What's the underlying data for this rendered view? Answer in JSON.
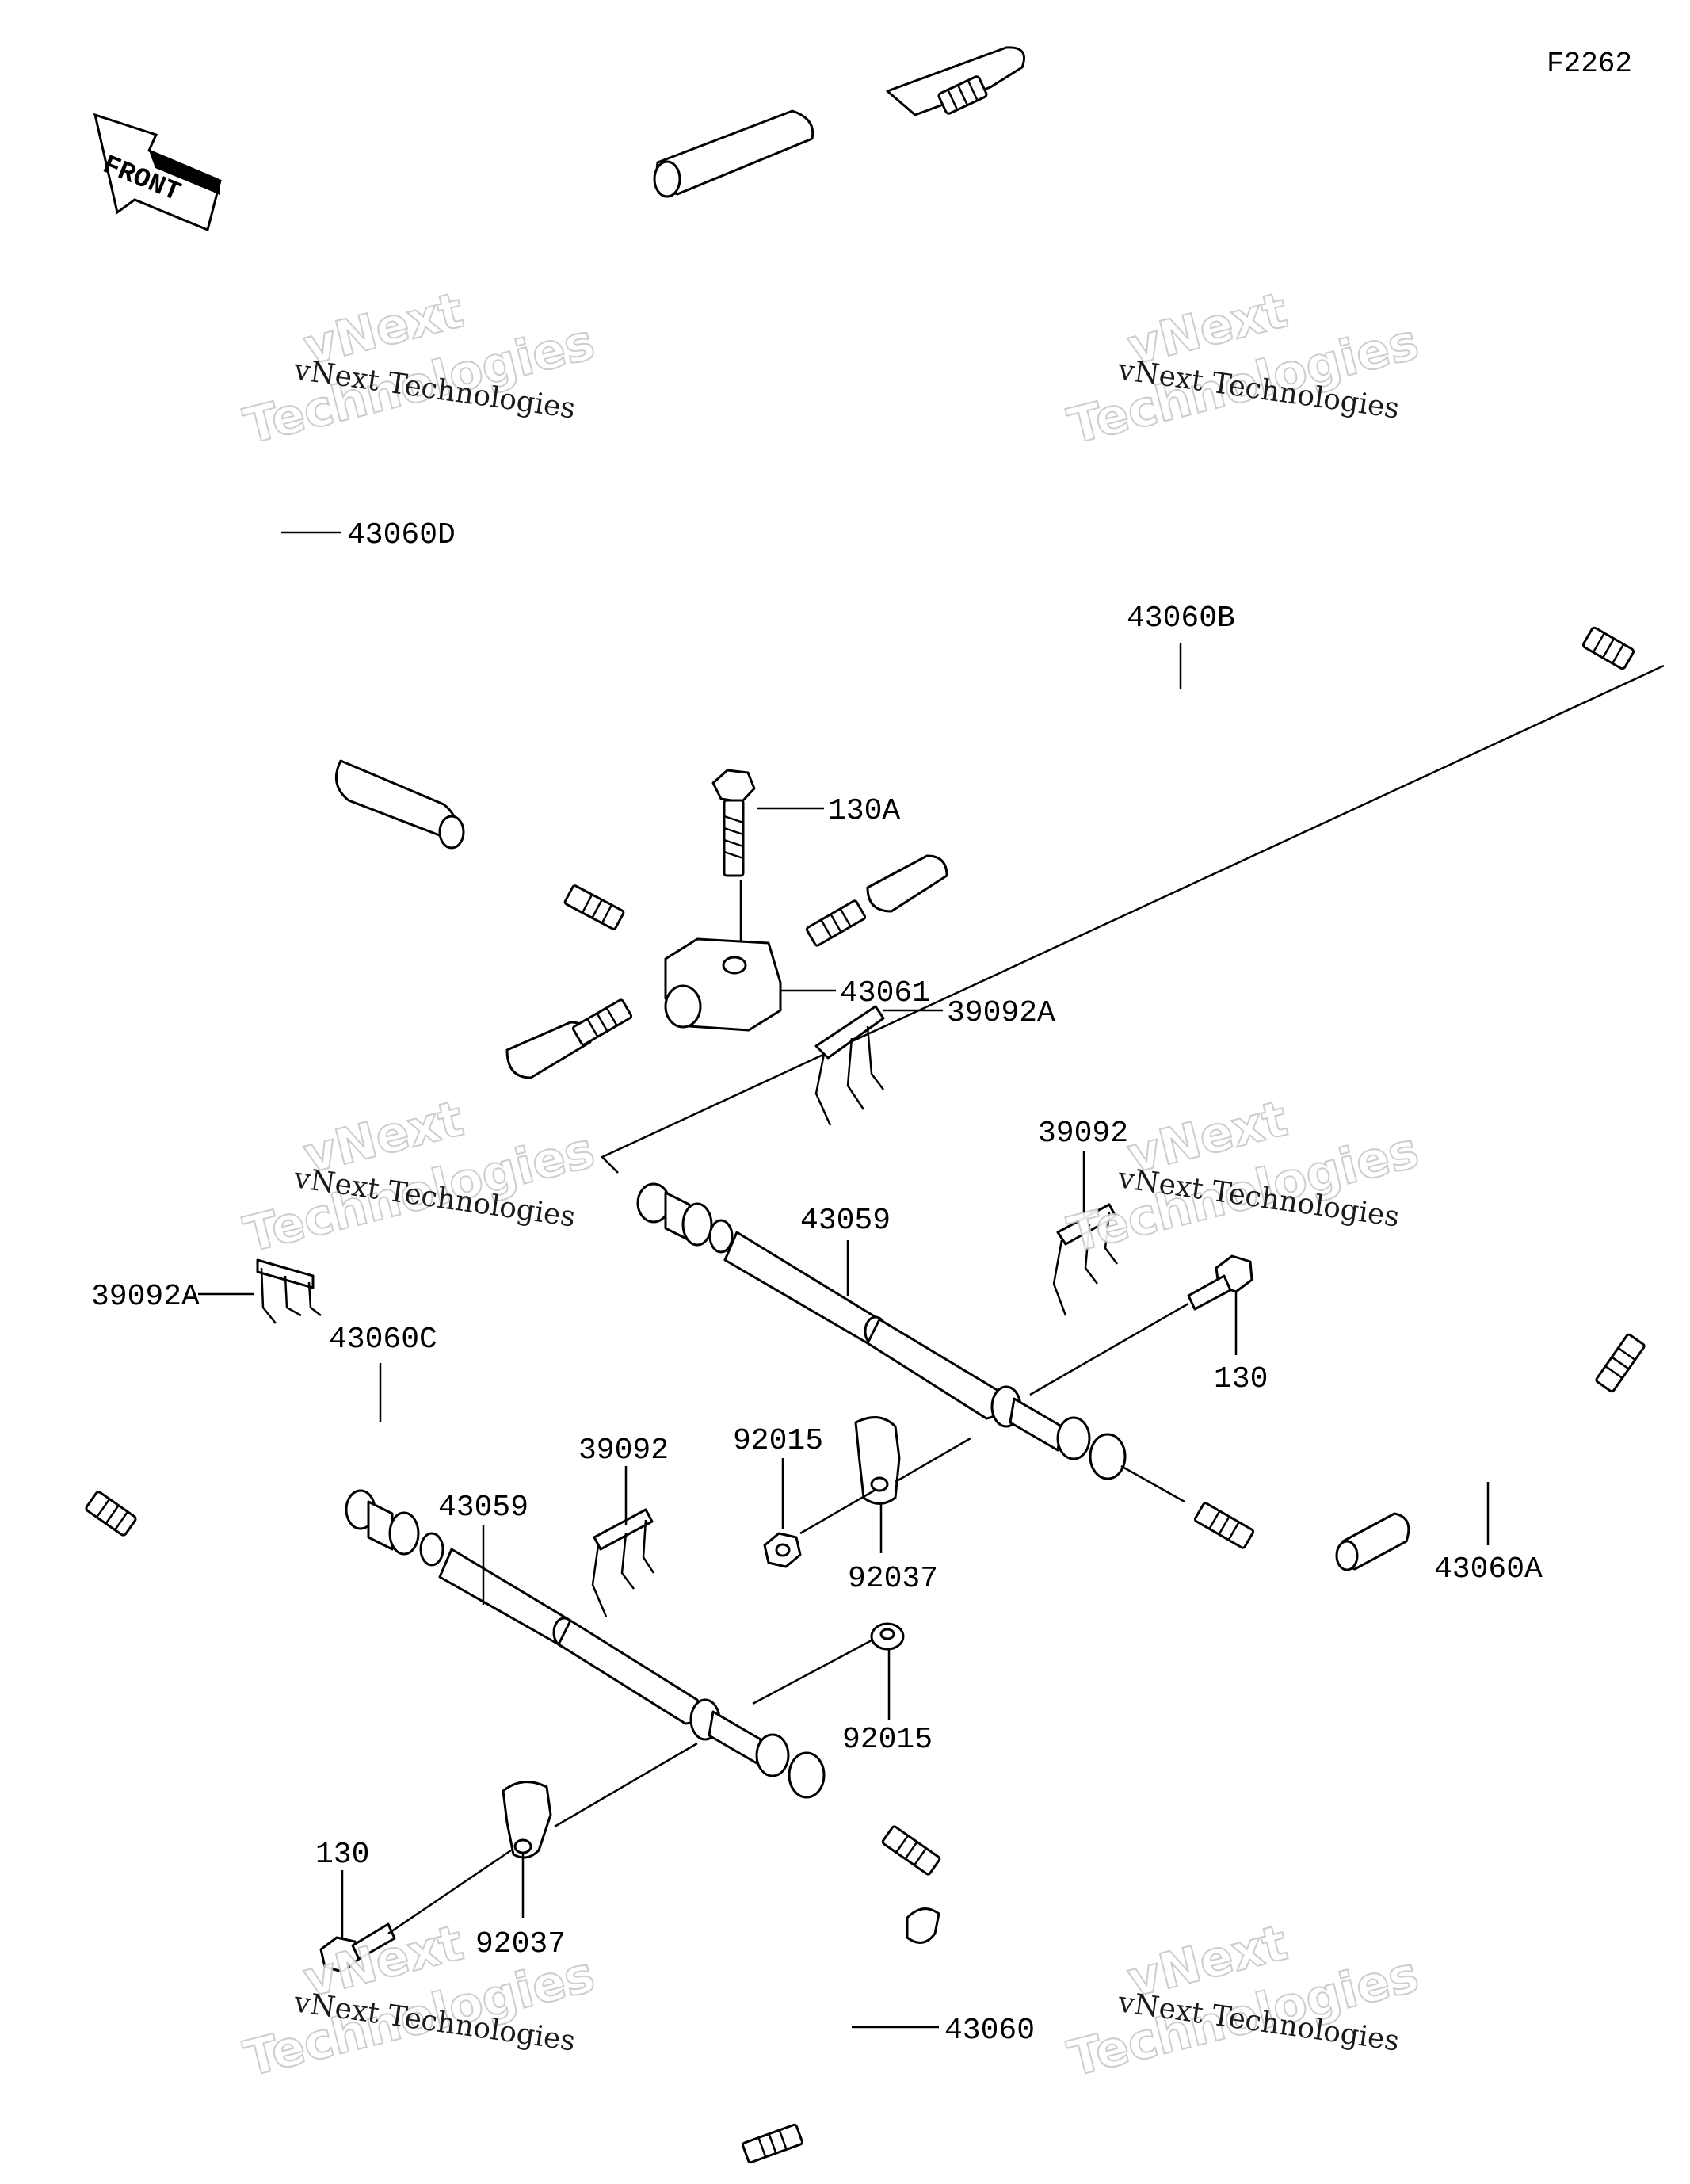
{
  "figure_code": "F2262",
  "front_arrow_label": "FRONT",
  "watermark": {
    "small": "vNext Technologies",
    "big_line1": "vNext",
    "big_line2": "Technologies"
  },
  "parts": {
    "p43060D": "43060D",
    "p43060B": "43060B",
    "p130A": "130A",
    "p43061": "43061",
    "p39092A_top": "39092A",
    "p39092_right": "39092",
    "p43059_upper": "43059",
    "p39092A_left": "39092A",
    "p43060C": "43060C",
    "p130_right": "130",
    "p43059_lower": "43059",
    "p39092_mid": "39092",
    "p92015_mid": "92015",
    "p92037_mid": "92037",
    "p43060A": "43060A",
    "p92015_lower": "92015",
    "p130_lower": "130",
    "p92037_lower": "92037",
    "p43060": "43060"
  }
}
